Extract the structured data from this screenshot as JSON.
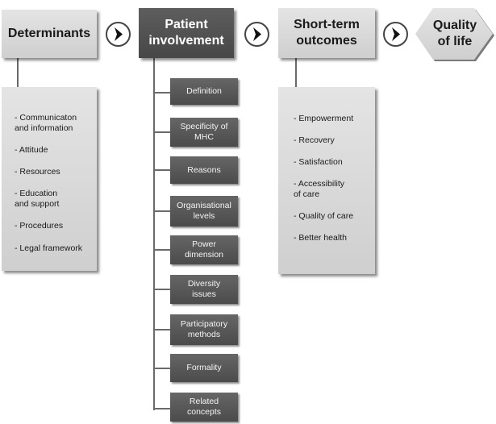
{
  "determinants": {
    "title": "Determinants",
    "items": [
      "- Communicaton\n  and information",
      "- Attitude",
      "- Resources",
      "- Education\n  and support",
      "- Procedures",
      "- Legal framework"
    ]
  },
  "involvement": {
    "title": "Patient\ninvolvement",
    "items": [
      "Definition",
      "Specificity of\nMHC",
      "Reasons",
      "Organisational\nlevels",
      "Power\ndimension",
      "Diversity\nissues",
      "Participatory\nmethods",
      "Formality",
      "Related\nconcepts"
    ]
  },
  "outcomes": {
    "title": "Short-term\noutcomes",
    "items": [
      "- Empowerment",
      "- Recovery",
      "- Satisfaction",
      "- Accessibility\n  of care",
      "- Quality of care",
      "- Better health"
    ]
  },
  "quality": {
    "title": "Quality\nof life"
  },
  "icons": {
    "arrow": "chevron-right-circle-icon"
  }
}
